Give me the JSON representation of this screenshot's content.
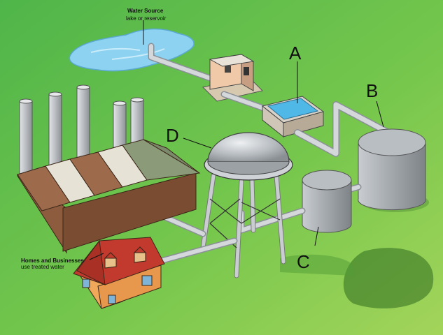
{
  "diagram": {
    "water_source": {
      "title": "Water Source",
      "subtitle": "lake or reservoir"
    },
    "homes": {
      "title": "Homes and Businesses",
      "subtitle": "use treated water"
    },
    "labels": {
      "a": "A",
      "b": "B",
      "c": "C",
      "d": "D"
    }
  },
  "colors": {
    "background": "#6cc24a",
    "water": "#8fd0f0",
    "pipe": "#c8ccd0",
    "tank": "#9ea3a8",
    "factory": "#8b5a3c",
    "house_roof": "#c0392b",
    "house_wall": "#e8a050"
  }
}
